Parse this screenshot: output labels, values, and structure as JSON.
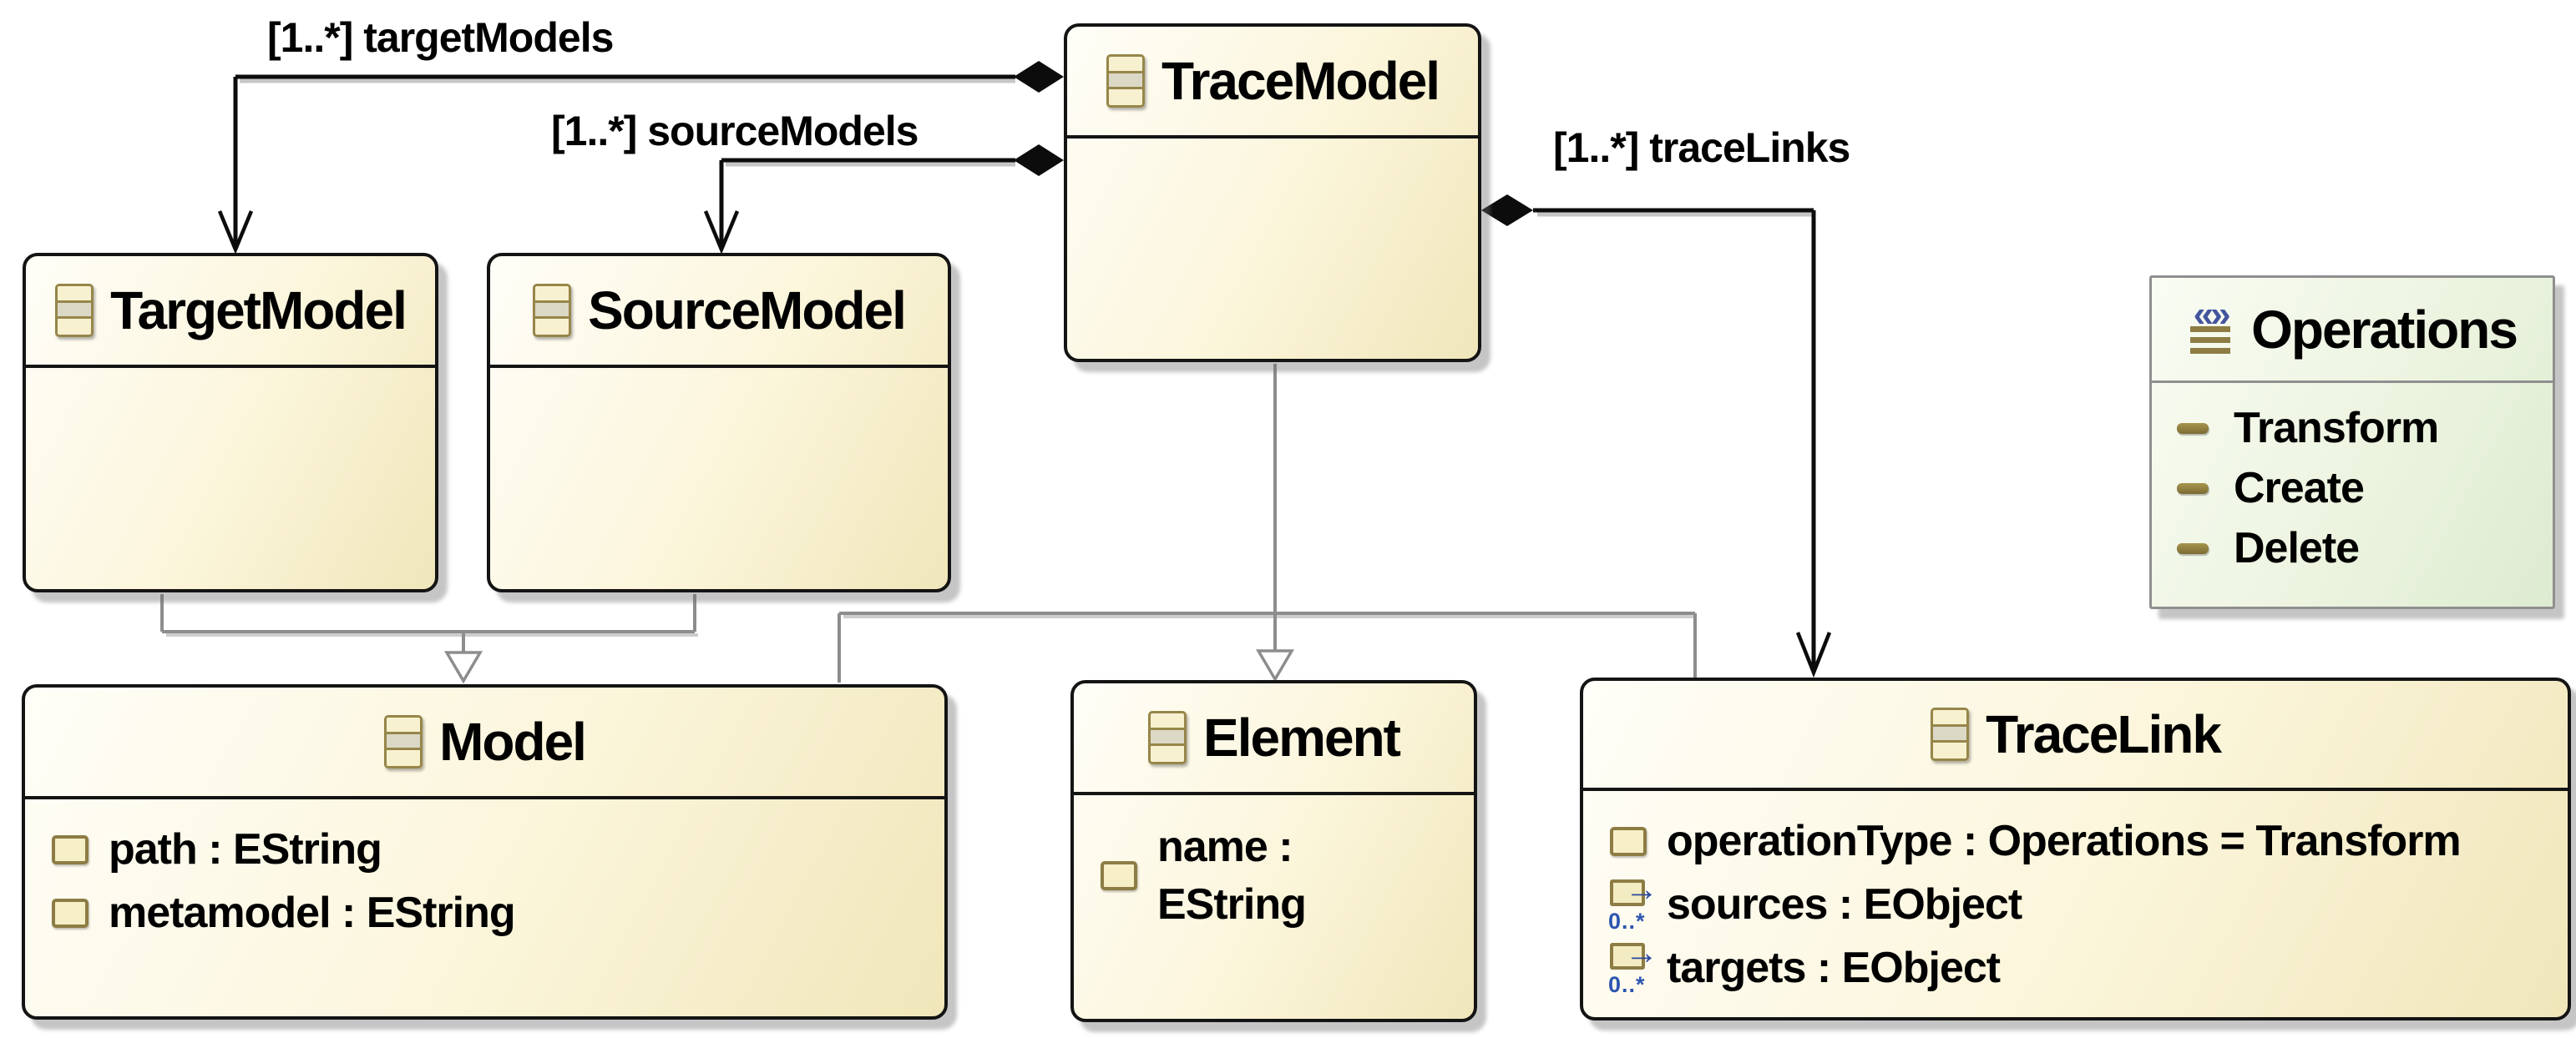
{
  "diagram": {
    "kind": "Ecore class diagram"
  },
  "colors": {
    "class_border": "#141414",
    "class_fill": "#f6eecb",
    "enum_border": "#8f8f8f",
    "enum_fill": "#e8f1db",
    "containment_edge": "#0c0c0c",
    "generalization_edge": "#8d8d8d",
    "icon_tan": "#8d7d44",
    "icon_blue": "#2d55b0"
  },
  "classes": [
    {
      "name": "TraceModel",
      "attributes": []
    },
    {
      "name": "TargetModel",
      "attributes": []
    },
    {
      "name": "SourceModel",
      "attributes": []
    },
    {
      "name": "Model",
      "attributes": [
        {
          "text": "path : EString"
        },
        {
          "text": "metamodel : EString"
        }
      ]
    },
    {
      "name": "Element",
      "attributes": [
        {
          "text": "name : EString"
        }
      ]
    },
    {
      "name": "TraceLink",
      "attributes": [
        {
          "text": "operationType : Operations = Transform"
        },
        {
          "text": "sources : EObject",
          "multiplicity": "0..*"
        },
        {
          "text": "targets : EObject",
          "multiplicity": "0..*"
        }
      ]
    }
  ],
  "enumeration": {
    "name": "Operations",
    "literals": [
      {
        "text": "Transform"
      },
      {
        "text": "Create"
      },
      {
        "text": "Delete"
      }
    ]
  },
  "edge_labels": {
    "target_models": "[1..*] targetModels",
    "source_models": "[1..*] sourceModels",
    "trace_links": "[1..*] traceLinks"
  }
}
